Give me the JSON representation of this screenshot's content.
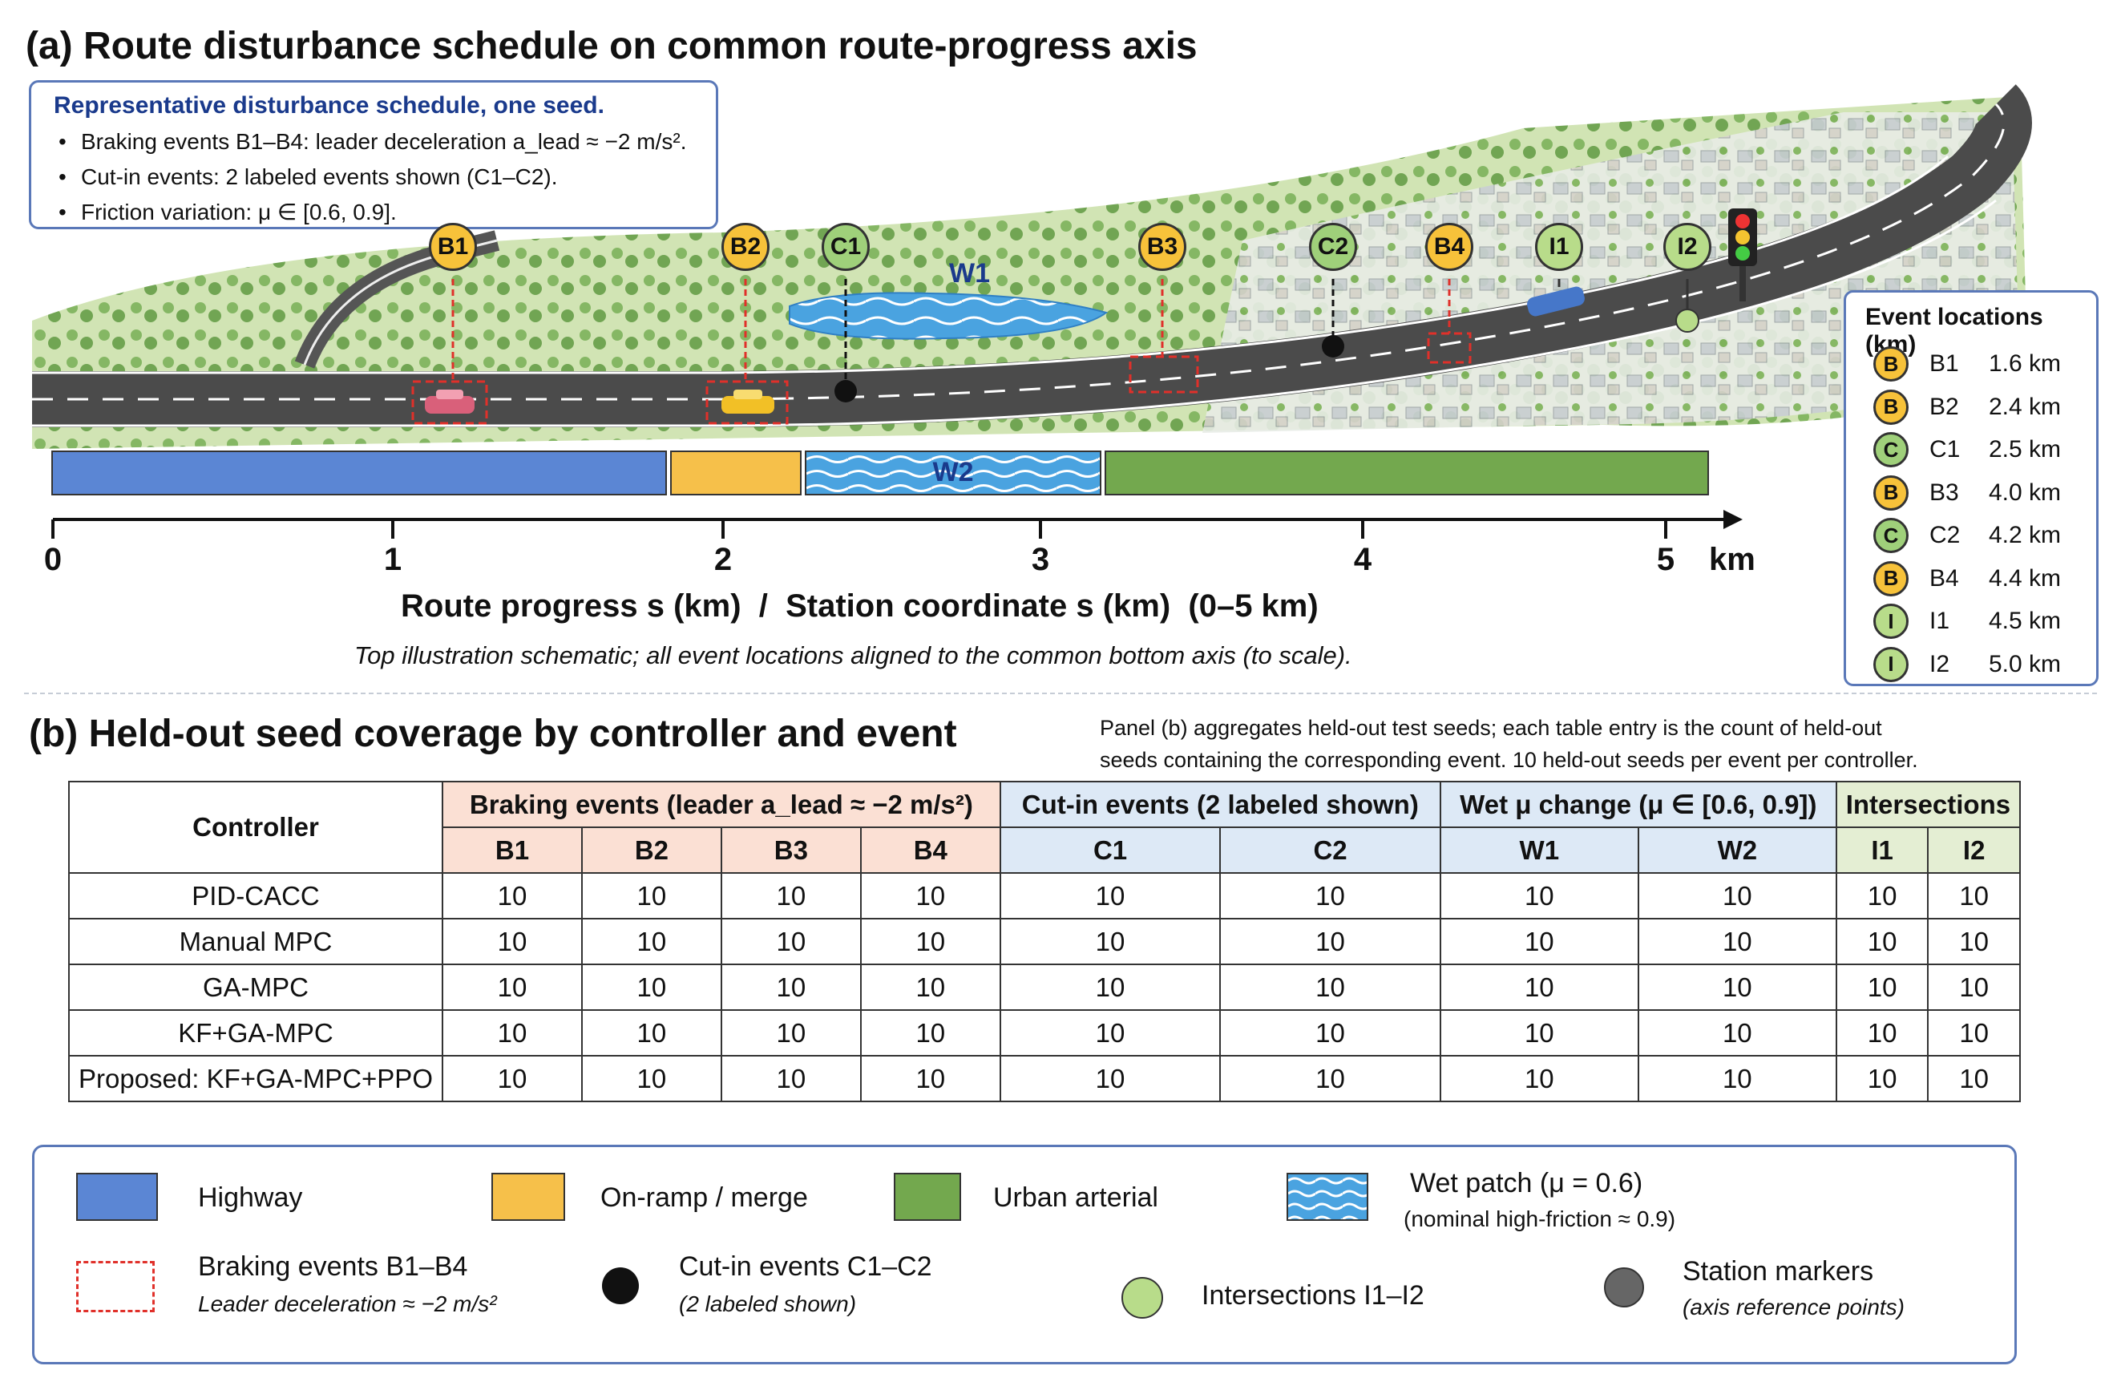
{
  "panel_a": {
    "title": "(a) Route disturbance schedule on common route-progress axis",
    "note": {
      "heading": "Representative disturbance schedule, one seed.",
      "bullets": [
        "Braking events B1–B4: leader deceleration a_lead ≈ −2 m/s².",
        "Cut-in events: 2 labeled events shown (C1–C2).",
        "Friction variation: μ ∈ [0.6, 0.9]."
      ]
    },
    "markers": [
      "B1",
      "B2",
      "C1",
      "B3",
      "C2",
      "B4",
      "I1",
      "I2"
    ],
    "wet_top_label": "W1",
    "wet_bar_label": "W2",
    "axis": {
      "ticks": [
        "0",
        "1",
        "2",
        "3",
        "4",
        "5"
      ],
      "unit": "km",
      "label": "Route progress s (km)  /  Station coordinate s (km)  (0–5 km)",
      "caption": "Top illustration schematic; all event locations aligned to the common bottom axis (to scale)."
    },
    "event_locations": {
      "heading": "Event locations (km)",
      "rows": [
        {
          "badge": "B",
          "name": "B1",
          "km": "1.6 km",
          "kind": "brake"
        },
        {
          "badge": "B",
          "name": "B2",
          "km": "2.4 km",
          "kind": "brake"
        },
        {
          "badge": "C",
          "name": "C1",
          "km": "2.5 km",
          "kind": "cut"
        },
        {
          "badge": "B",
          "name": "B3",
          "km": "4.0 km",
          "kind": "brake"
        },
        {
          "badge": "C",
          "name": "C2",
          "km": "4.2 km",
          "kind": "cut"
        },
        {
          "badge": "B",
          "name": "B4",
          "km": "4.4 km",
          "kind": "brake"
        },
        {
          "badge": "I",
          "name": "I1",
          "km": "4.5 km",
          "kind": "int"
        },
        {
          "badge": "I",
          "name": "I2",
          "km": "5.0 km",
          "kind": "int"
        }
      ]
    }
  },
  "panel_b": {
    "title": "(b) Held-out seed coverage by controller and event",
    "note": "Panel (b) aggregates held-out test seeds; each table entry is the count of held-out seeds containing the corresponding event. 10 held-out seeds per event per controller.",
    "table": {
      "controller_header": "Controller",
      "groups": [
        "Braking events (leader a_lead ≈ −2 m/s²)",
        "Cut-in events (2 labeled shown)",
        "Wet μ change (μ ∈ [0.6, 0.9])",
        "Intersections"
      ],
      "columns": [
        "B1",
        "B2",
        "B3",
        "B4",
        "C1",
        "C2",
        "W1",
        "W2",
        "I1",
        "I2"
      ],
      "rows": [
        {
          "controller": "PID-CACC",
          "values": [
            "10",
            "10",
            "10",
            "10",
            "10",
            "10",
            "10",
            "10",
            "10",
            "10"
          ]
        },
        {
          "controller": "Manual MPC",
          "values": [
            "10",
            "10",
            "10",
            "10",
            "10",
            "10",
            "10",
            "10",
            "10",
            "10"
          ]
        },
        {
          "controller": "GA-MPC",
          "values": [
            "10",
            "10",
            "10",
            "10",
            "10",
            "10",
            "10",
            "10",
            "10",
            "10"
          ]
        },
        {
          "controller": "KF+GA-MPC",
          "values": [
            "10",
            "10",
            "10",
            "10",
            "10",
            "10",
            "10",
            "10",
            "10",
            "10"
          ]
        },
        {
          "controller": "Proposed: KF+GA-MPC+PPO",
          "values": [
            "10",
            "10",
            "10",
            "10",
            "10",
            "10",
            "10",
            "10",
            "10",
            "10"
          ]
        }
      ]
    }
  },
  "legend": {
    "highway": "Highway",
    "onramp": "On-ramp / merge",
    "urban": "Urban arterial",
    "wet": "Wet patch  (μ = 0.6)",
    "wet_sub": "(nominal high-friction ≈ 0.9)",
    "braking": "Braking events B1–B4",
    "braking_sub": "Leader deceleration ≈ −2 m/s²",
    "cutin": "Cut-in events C1–C2",
    "cutin_sub": "(2 labeled shown)",
    "intersections": "Intersections I1–I2",
    "stations": "Station markers",
    "stations_sub": "(axis reference points)"
  },
  "colors": {
    "highway": "#5b86d4",
    "onramp": "#f6c04a",
    "urban": "#73a84e",
    "wet": "#4aa3e0",
    "brake_marker": "#f7c23a",
    "cut_marker": "#9fd07a",
    "braking_box": "#e0302a",
    "frame": "#5a78b8"
  },
  "icons": [
    "traffic-light-icon",
    "car-icon"
  ]
}
